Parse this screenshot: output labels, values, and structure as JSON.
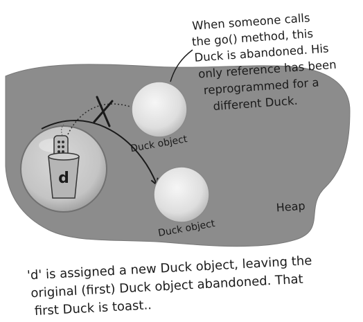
{
  "annotation": {
    "lines": [
      "When someone calls",
      "the go() method, this",
      "Duck is abandoned. His",
      "only reference has been",
      "reprogrammed for a",
      "different Duck."
    ]
  },
  "objects": {
    "first_label": "Duck object",
    "second_label": "Duck object"
  },
  "reference": {
    "name": "d"
  },
  "heap_label": "Heap",
  "caption": {
    "lines": [
      "'d' is assigned a new Duck object, leaving the",
      "original (first) Duck object abandoned. That",
      "first Duck is toast.."
    ]
  },
  "colors": {
    "heap_fill": "#8a8a8a",
    "object_fill": "#e4e4e4",
    "ink": "#1a1a1a"
  }
}
